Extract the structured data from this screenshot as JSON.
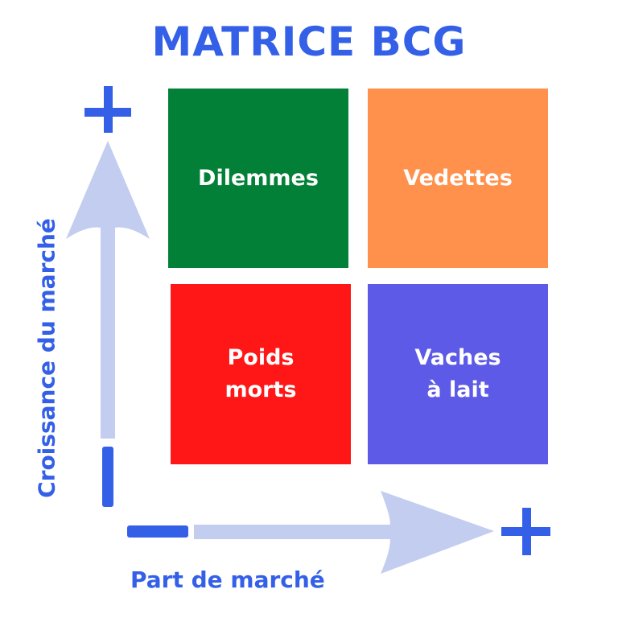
{
  "title": "MATRICE BCG",
  "colors": {
    "accent": "#3460e8",
    "arrow": "#c2cdef",
    "dilemmes": "#038037",
    "vedettes": "#ff914d",
    "poids_morts": "#ff1616",
    "vaches_a_lait": "#5c5ae6"
  },
  "quadrants": [
    {
      "position": "top-left",
      "label": "Dilemmes"
    },
    {
      "position": "top-right",
      "label": "Vedettes"
    },
    {
      "position": "bottom-left",
      "label": "Poids\nmorts"
    },
    {
      "position": "bottom-right",
      "label": "Vaches\nà lait"
    }
  ],
  "axes": {
    "y": {
      "label": "Croissance du marché",
      "high": "+",
      "low": "−"
    },
    "x": {
      "label": "Part de marché",
      "high": "+",
      "low": "−"
    }
  }
}
